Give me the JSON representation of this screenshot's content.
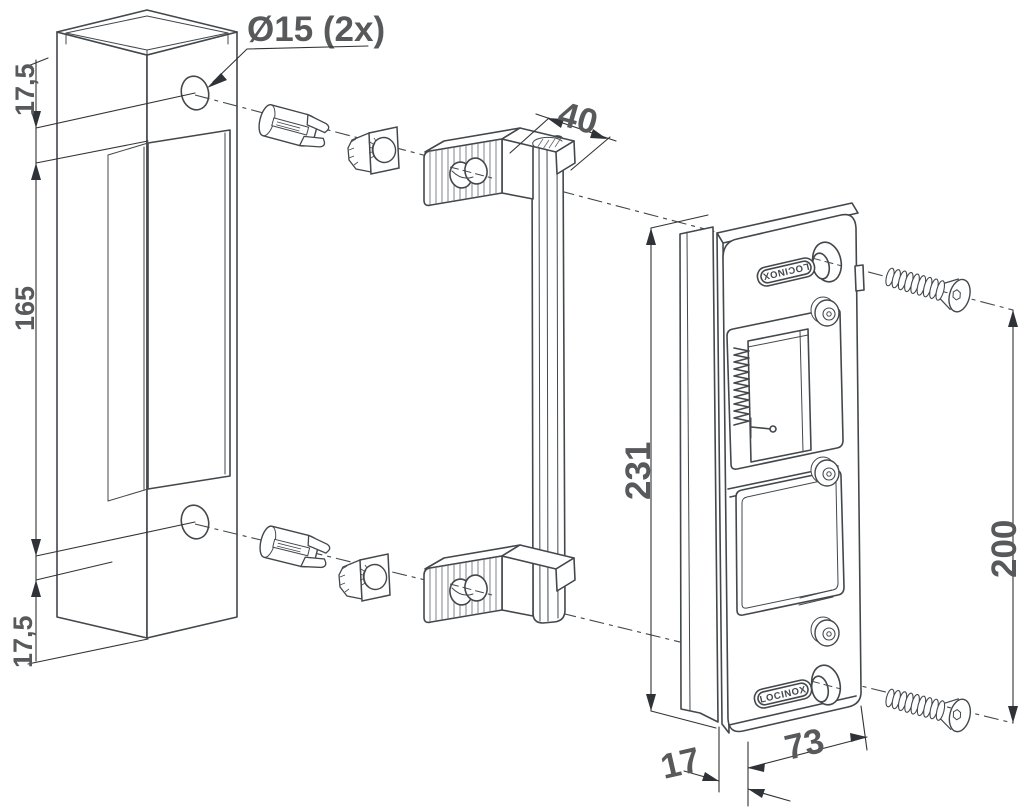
{
  "drawing": {
    "brand": "LOCINOX",
    "badges": {
      "top": "LOCINOX",
      "bottom": "LOCINOX"
    },
    "labels": {
      "hole_diameter": "Ø15 (2x)",
      "top_offset": "17,5",
      "hole_spacing": "165",
      "bottom_offset": "17,5",
      "bracket_depth": "40",
      "strike_height": "231",
      "screw_spacing": "200",
      "strike_width": "73",
      "back_plate_offset": "17"
    },
    "colors": {
      "line": "#43484c",
      "dimension": "#333333",
      "text": "#58595b",
      "background": "#ffffff"
    }
  }
}
